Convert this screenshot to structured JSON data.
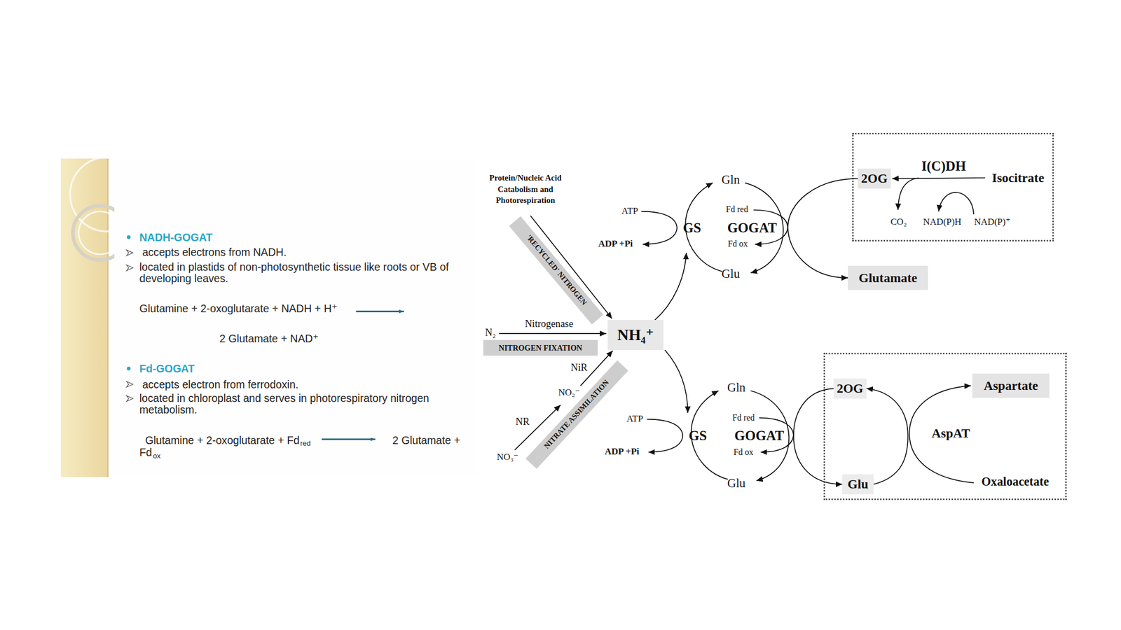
{
  "diagram": {
    "title": "Types of GOGAT",
    "nodes": [
      {
        "text": [
          "I(C)DH",
          "Isocitrate",
          "CO₂",
          "NAD(P)H",
          "NAD(P)⁺"
        ]
      },
      {
        "text": [
          "2OG"
        ],
        "in": 0
      },
      {
        "text": [
          "Glutamate"
        ]
      },
      {
        "text": [
          "'RECYCLED' NITROGEN"
        ]
      },
      {
        "text": [
          "NH₄⁺"
        ]
      },
      {
        "text": [
          "NITROGEN FIXATION"
        ]
      },
      {
        "text": [
          "NITRATE ASSIMILATION"
        ]
      },
      {
        "text": [
          "AspAT",
          "Oxaloacetate"
        ]
      },
      {
        "text": [
          "2OG"
        ],
        "in": 7
      },
      {
        "text": [
          "Aspartate"
        ],
        "in": 7
      },
      {
        "text": [
          "Glu"
        ],
        "in": 7
      }
    ],
    "edges": [
      {
        "from": 1,
        "to": 2,
        "arrow": "to"
      },
      {
        "from": 8,
        "to": 10,
        "arrow": "to"
      },
      {
        "from": 10,
        "to": 8,
        "arrow": "to"
      }
    ],
    "labels": [
      "NADH-GOGAT",
      "accepts electrons from NADH.",
      "located in plastids of non-photosynthetic tissue like roots or VB of developing leaves.",
      "Glutamine + 2-oxoglutarate + NADH + H⁺",
      "2 Glutamate + NAD⁺",
      "Fd-GOGAT",
      "accepts electron from ferrodoxin.",
      "located in chloroplast and serves in photorespiratory nitrogen metabolism.",
      "Glutamine + 2-oxoglutarate + Fd",
      "red",
      "2 Glutamate +",
      "Fd",
      "ox",
      "Protein/Nucleic Acid Catabolism and Photorespiration",
      "Gln",
      "ATP",
      "GS",
      "GOGAT",
      "Fd red",
      "Fd ox",
      "ADP +Pi",
      "Glu",
      "N₂",
      "Nitrogenase",
      "NiR",
      "NO₂⁻",
      "NR",
      "NO₃⁻",
      "Gln",
      "ATP",
      "GS",
      "GOGAT",
      "Fd red",
      "Fd ox",
      "ADP +Pi",
      "Glu"
    ]
  }
}
